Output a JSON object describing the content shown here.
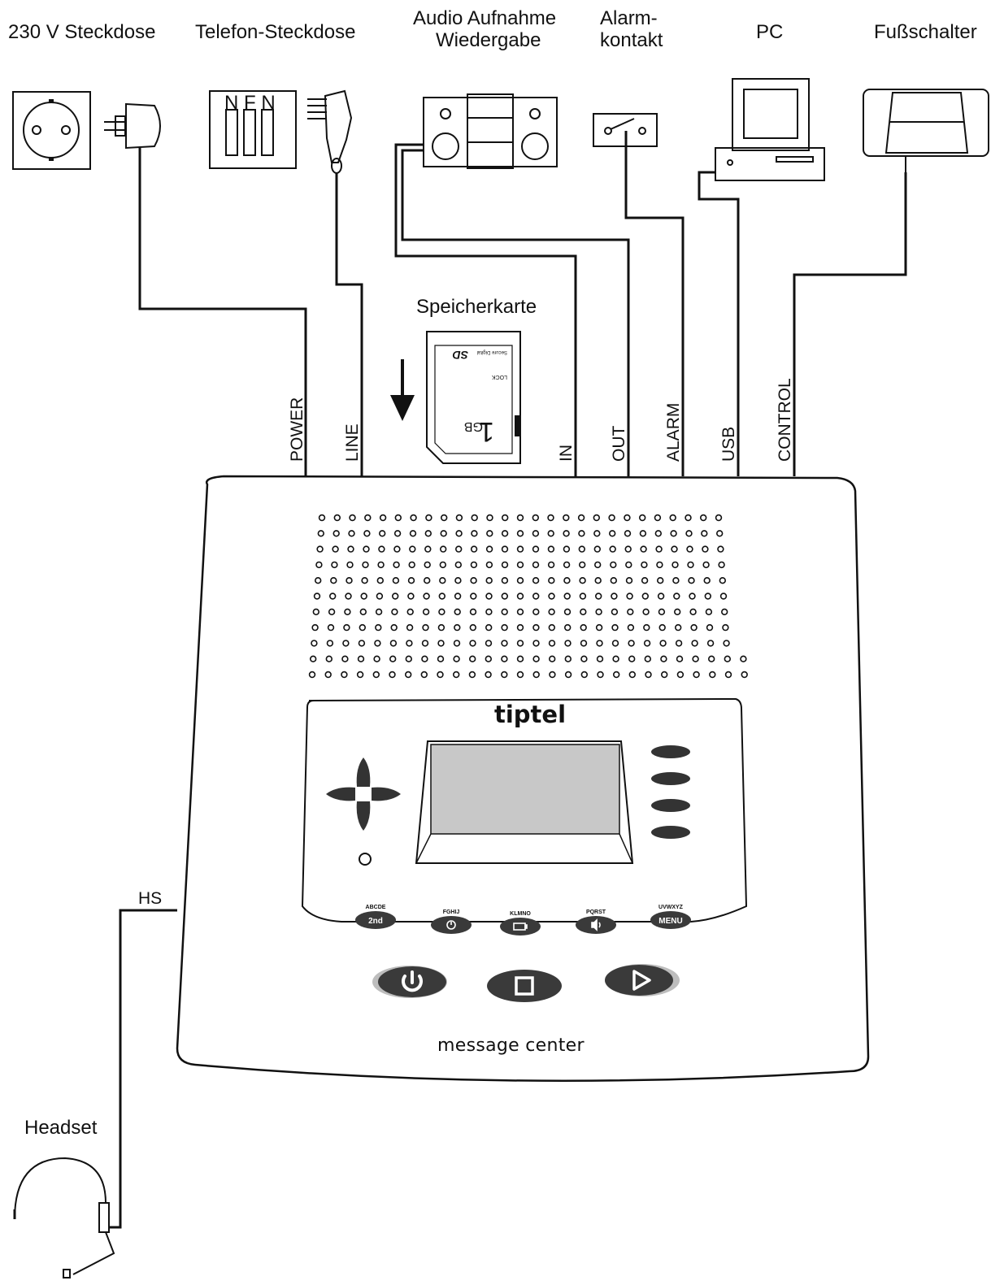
{
  "devices": {
    "power_outlet": "230  V  Steckdose",
    "phone_socket": "Telefon-Steckdose",
    "phone_socket_pins": "N F N",
    "audio_line1": "Audio  Aufnahme",
    "audio_line2": "Wiedergabe",
    "alarm_line1": "Alarm-",
    "alarm_line2": "kontakt",
    "pc": "PC",
    "foot_switch": "Fußschalter",
    "memory_card": "Speicherkarte",
    "headset": "Headset"
  },
  "sd_card": {
    "capacity_number": "1",
    "capacity_unit": "GB",
    "lock": "LOCK",
    "brand": "Secure Digital",
    "logo": "SD"
  },
  "ports": {
    "power": "POWER",
    "line": "LINE",
    "in": "IN",
    "out": "OUT",
    "alarm": "ALARM",
    "usb": "USB",
    "control": "CONTROL",
    "hs": "HS"
  },
  "unit": {
    "brand": "tiptel",
    "model": "message center"
  },
  "keys": [
    {
      "letters": "ABCDE",
      "face": "2nd"
    },
    {
      "letters": "FGHIJ",
      "face": "clock-icon"
    },
    {
      "letters": "KLMNO",
      "face": "battery-icon"
    },
    {
      "letters": "PQRST",
      "face": "sound-icon"
    },
    {
      "letters": "UVWXYZ",
      "face": "MENU"
    }
  ],
  "big_buttons": [
    "power-icon",
    "stop-icon",
    "play-icon"
  ],
  "colors": {
    "line": "#111111",
    "display": "#c8c8c8",
    "button": "#3a3a3a",
    "button_edge": "#bdbdbd"
  }
}
